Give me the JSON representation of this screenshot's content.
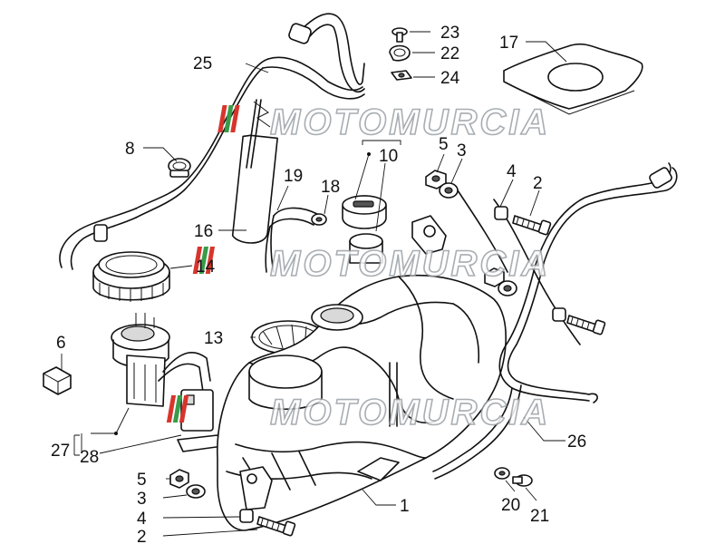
{
  "diagram": {
    "callouts": {
      "c1": "1",
      "c2a": "2",
      "c2b": "2",
      "c3a": "3",
      "c3b": "3",
      "c4a": "4",
      "c4b": "4",
      "c5a": "5",
      "c5b": "5",
      "c6": "6",
      "c8": "8",
      "c10": "10",
      "c13": "13",
      "c14": "14",
      "c16": "16",
      "c17": "17",
      "c18": "18",
      "c19": "19",
      "c20": "20",
      "c21": "21",
      "c22": "22",
      "c23": "23",
      "c24": "24",
      "c25": "25",
      "c26": "26",
      "c27": "27",
      "c28": "28"
    },
    "watermark": "MOTOMURCIA",
    "colors": {
      "line": "#111111",
      "background": "#ffffff",
      "watermark_outline": "#9aa0a6",
      "logo_red": "#d7352c",
      "logo_green": "#3a9b48"
    }
  }
}
